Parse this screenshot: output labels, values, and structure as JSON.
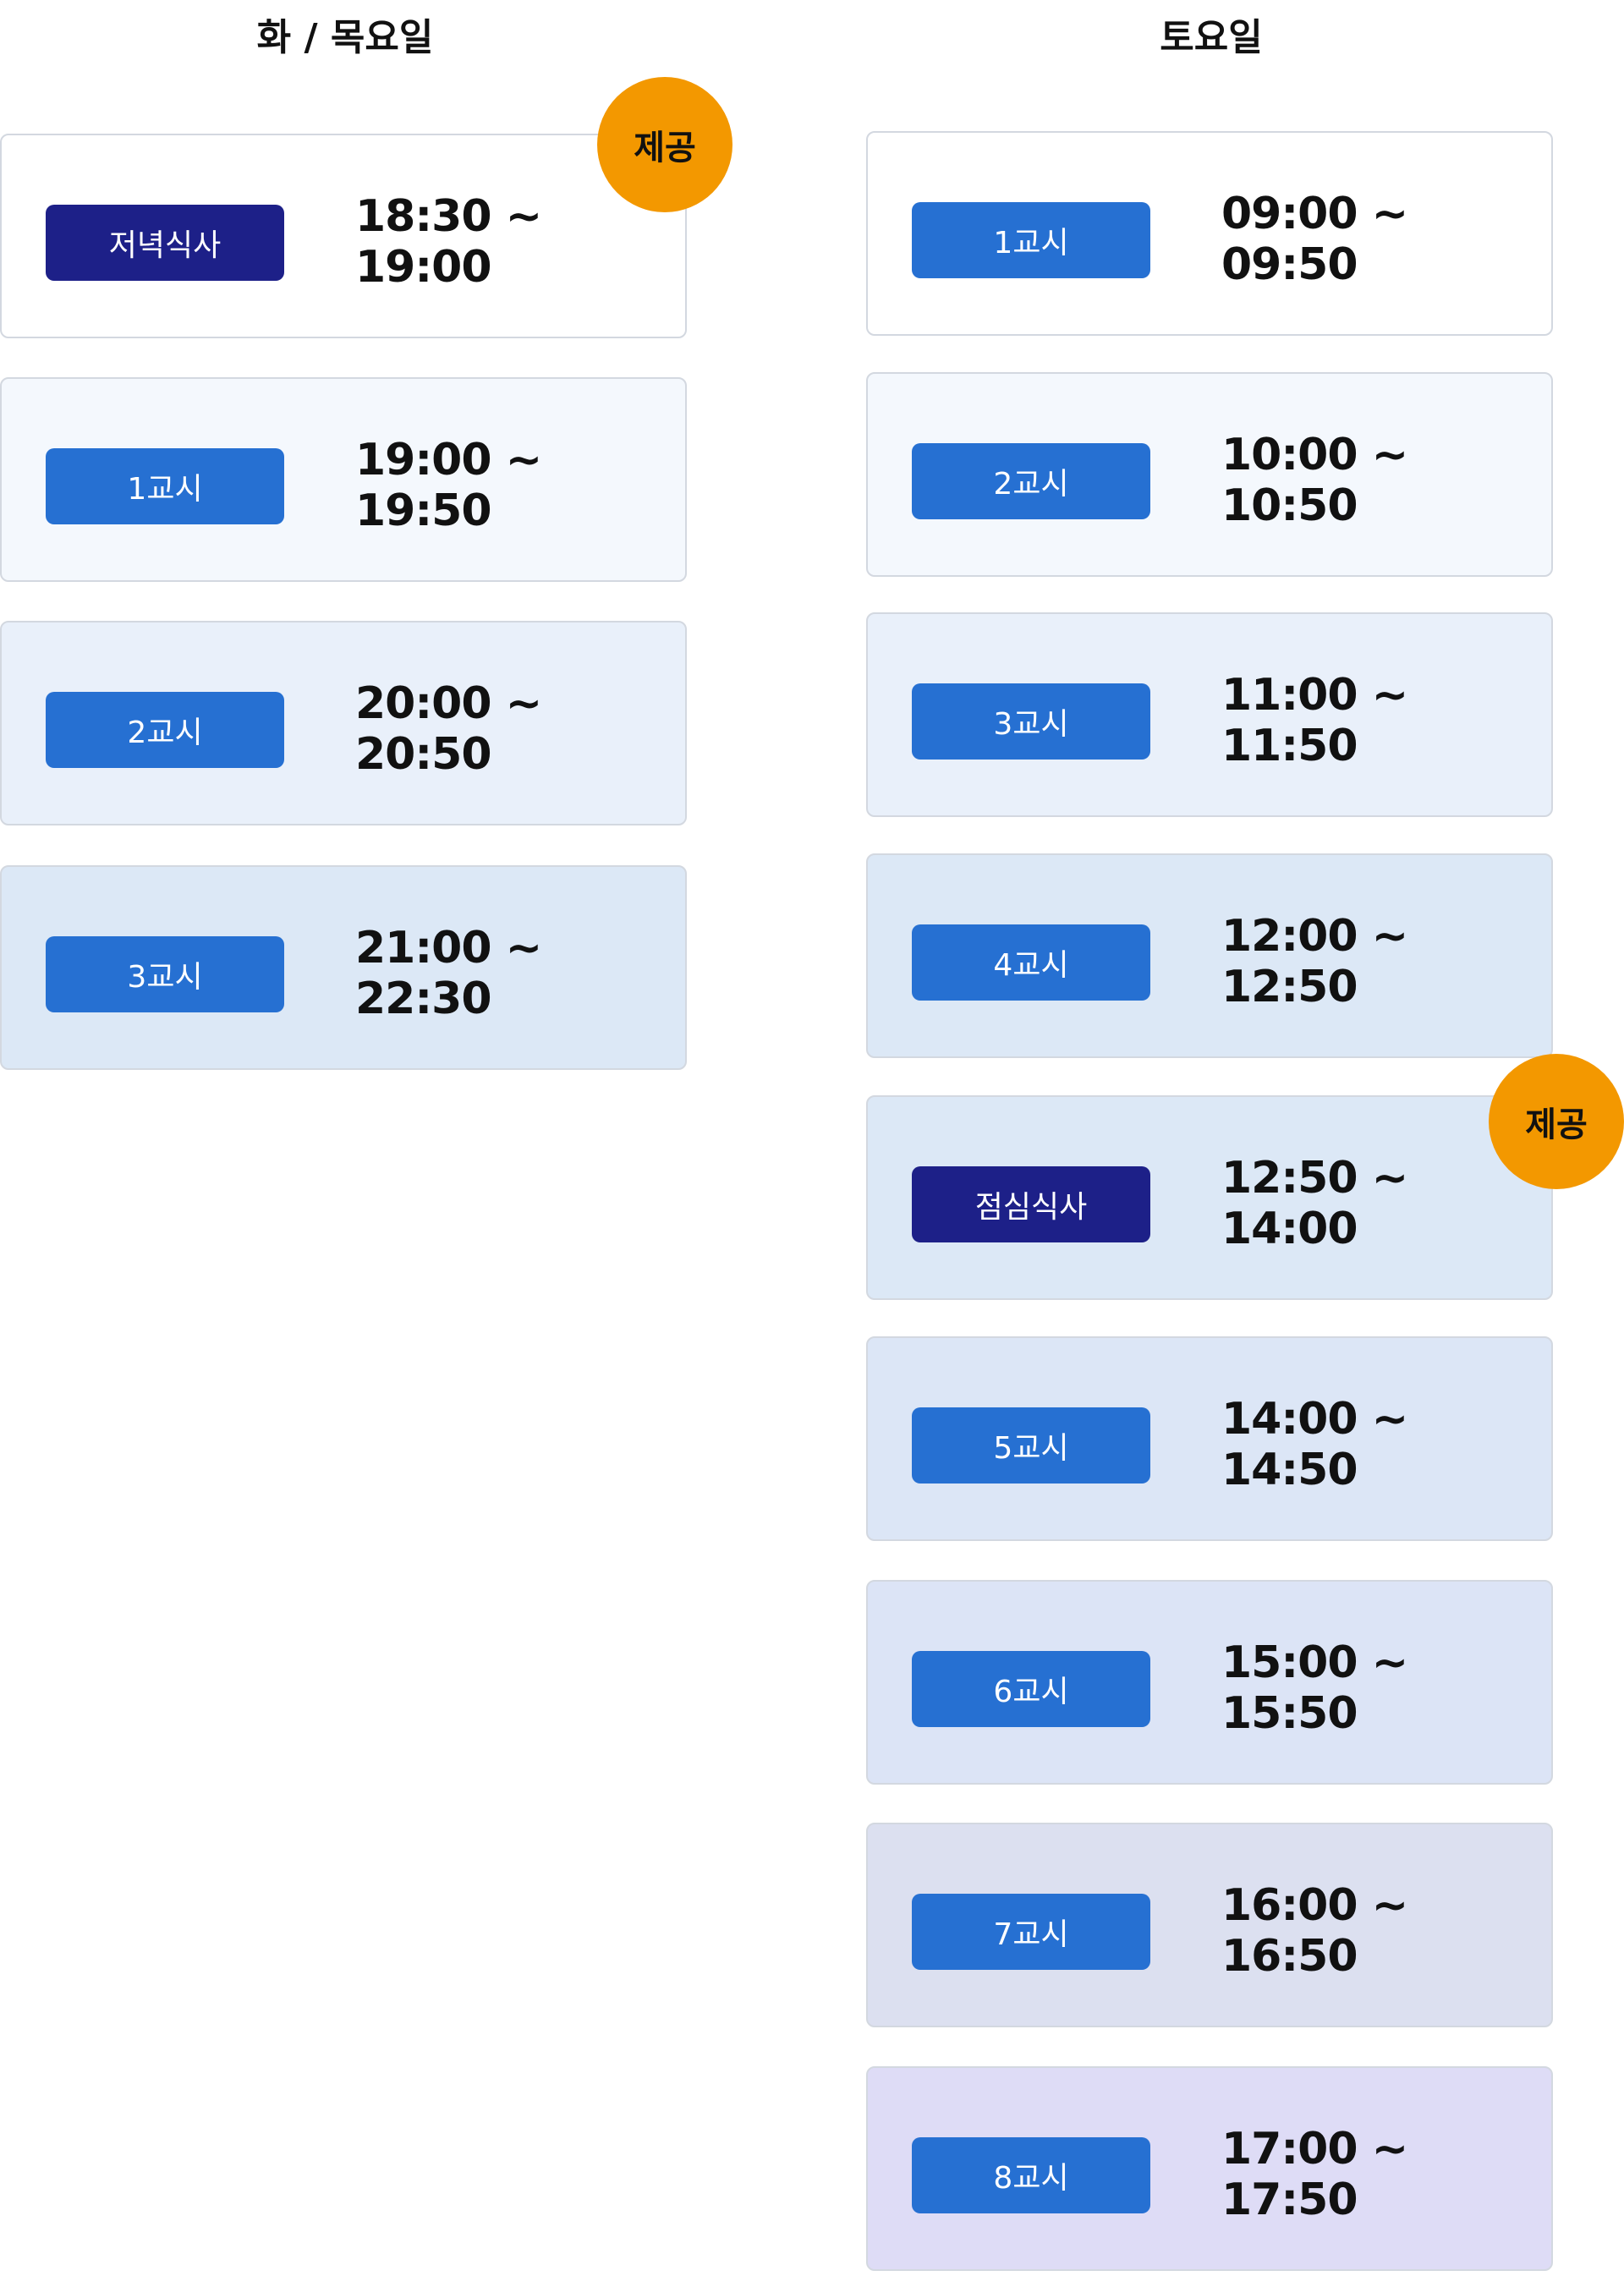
{
  "left_column": {
    "title": "화 / 목요일",
    "sessions": [
      {
        "label": "저녁식사",
        "time": "18:30 ~ 19:00",
        "kind": "meal",
        "bg": "#ffffff"
      },
      {
        "label": "1교시",
        "time": "19:00 ~ 19:50",
        "kind": "class",
        "bg": "#f4f8fd"
      },
      {
        "label": "2교시",
        "time": "20:00 ~ 20:50",
        "kind": "class",
        "bg": "#e9f0fa"
      },
      {
        "label": "3교시",
        "time": "21:00 ~ 22:30",
        "kind": "class",
        "bg": "#dce8f6"
      }
    ],
    "badge": "제공"
  },
  "right_column": {
    "title": "토요일",
    "sessions": [
      {
        "label": "1교시",
        "time": "09:00 ~ 09:50",
        "kind": "class",
        "bg": "#ffffff"
      },
      {
        "label": "2교시",
        "time": "10:00 ~ 10:50",
        "kind": "class",
        "bg": "#f4f8fd"
      },
      {
        "label": "3교시",
        "time": "11:00 ~ 11:50",
        "kind": "class",
        "bg": "#e9f0fa"
      },
      {
        "label": "4교시",
        "time": "12:00 ~ 12:50",
        "kind": "class",
        "bg": "#dce8f6"
      },
      {
        "label": "점심식사",
        "time": "12:50 ~ 14:00",
        "kind": "meal",
        "bg": "#dce8f6"
      },
      {
        "label": "5교시",
        "time": "14:00 ~ 14:50",
        "kind": "class",
        "bg": "#dce6f6"
      },
      {
        "label": "6교시",
        "time": "15:00 ~ 15:50",
        "kind": "class",
        "bg": "#dce4f6"
      },
      {
        "label": "7교시",
        "time": "16:00 ~ 16:50",
        "kind": "class",
        "bg": "#dce0f0"
      },
      {
        "label": "8교시",
        "time": "17:00 ~ 17:50",
        "kind": "class",
        "bg": "#dedcf6"
      }
    ],
    "badge": "제공"
  },
  "colors": {
    "class_pill": "#2670d2",
    "meal_pill": "#1d2088",
    "badge": "#f39800"
  }
}
